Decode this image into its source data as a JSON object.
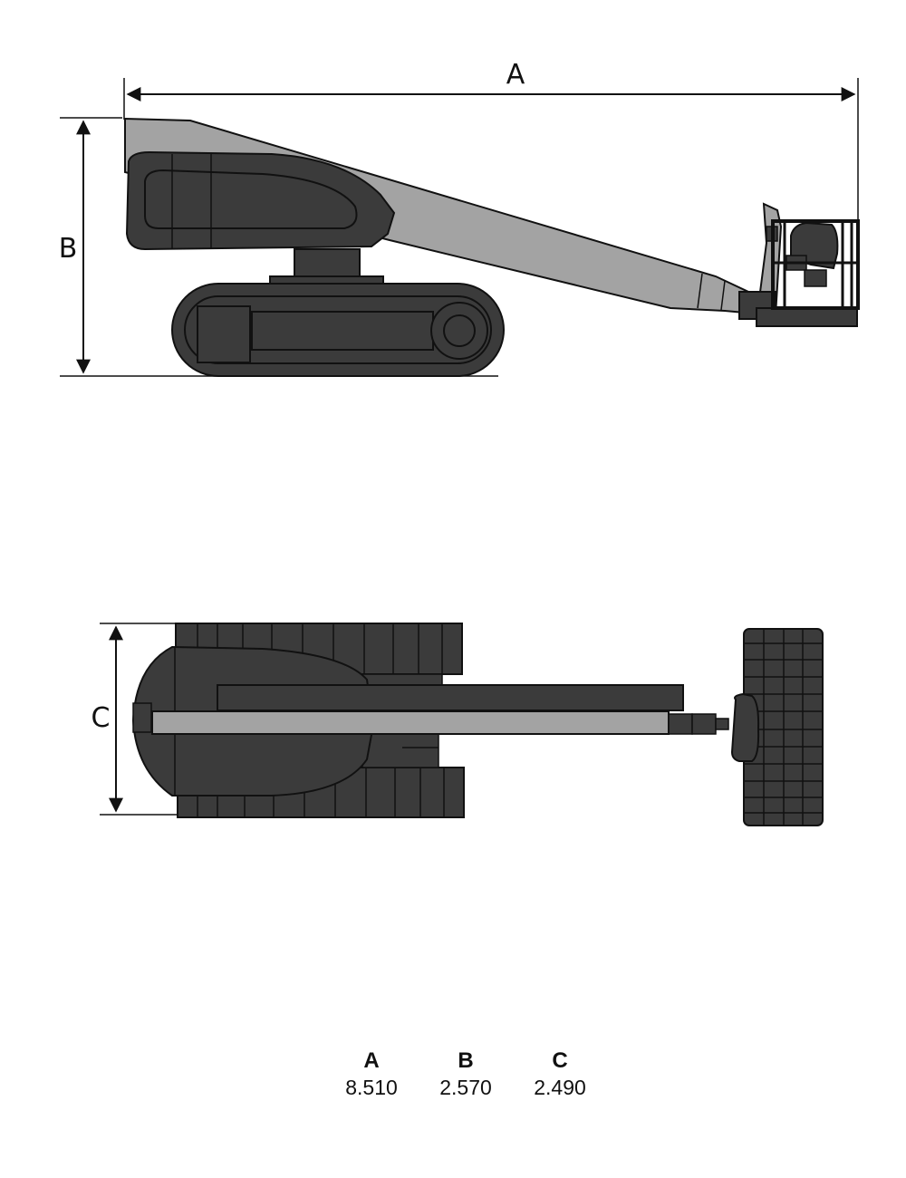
{
  "dimension_labels": {
    "a": "A",
    "b": "B",
    "c": "C"
  },
  "table": {
    "headers": [
      "A",
      "B",
      "C"
    ],
    "values": [
      "8.510",
      "2.570",
      "2.490"
    ]
  },
  "colors": {
    "body": "#3b3b3b",
    "boom": "#a3a3a3",
    "outline": "#111111"
  }
}
